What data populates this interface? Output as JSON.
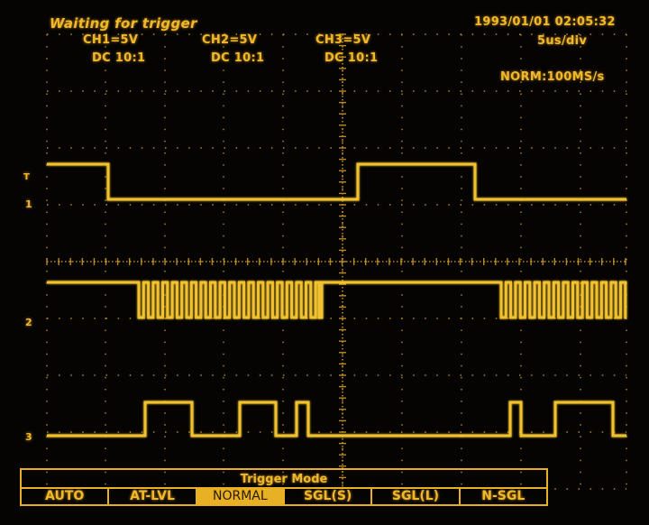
{
  "header": {
    "status": "Waiting for trigger",
    "datetime": "1993/01/01  02:05:32"
  },
  "channels": [
    {
      "setting": "CH1=5V",
      "coupling": "DC  10:1",
      "marker": "1"
    },
    {
      "setting": "CH2=5V",
      "coupling": "DC  10:1",
      "marker": "2"
    },
    {
      "setting": "CH3=5V",
      "coupling": "DC  10:1",
      "marker": "3"
    }
  ],
  "timebase": "5us/div",
  "sample_mode": "NORM:100MS/s",
  "trigger_marker": "T",
  "trigger_menu": {
    "title": "Trigger  Mode",
    "options": [
      "AUTO",
      "AT-LVL",
      "NORMAL",
      "SGL(S)",
      "SGL(L)",
      "N-SGL"
    ],
    "selected": "NORMAL"
  },
  "colors": {
    "trace": "#f2c22e",
    "grid": "#b88a20",
    "background": "#050402"
  }
}
